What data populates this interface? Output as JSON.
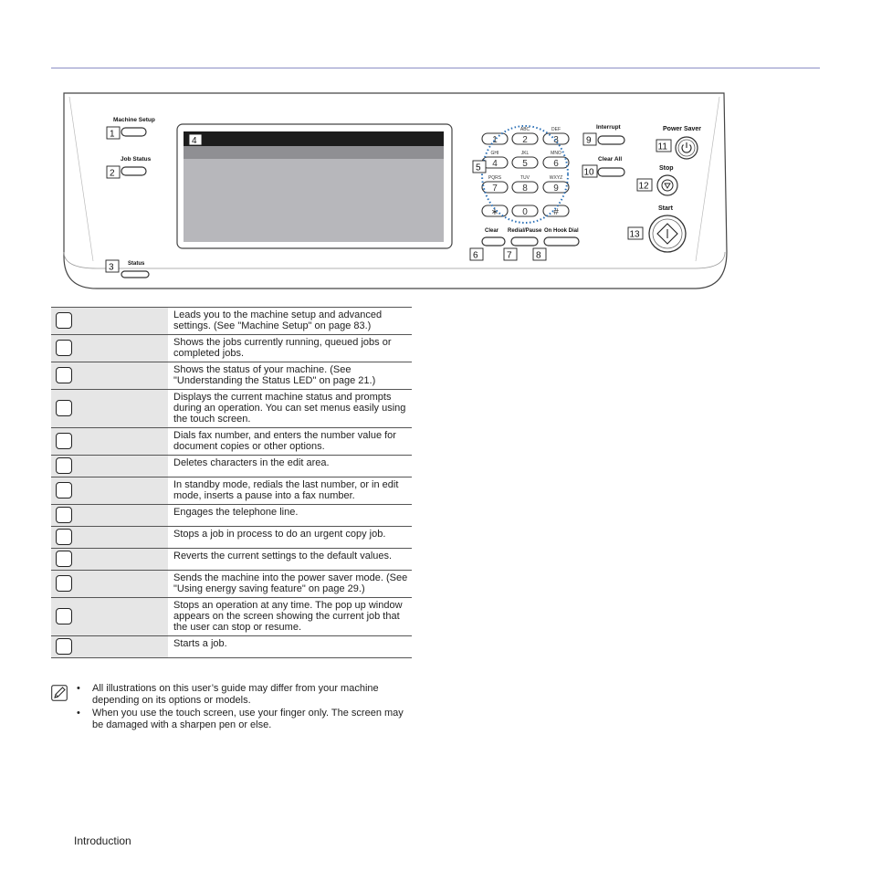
{
  "panel": {
    "machine_setup": "Machine Setup",
    "job_status": "Job Status",
    "status": "Status",
    "interrupt": "Interrupt",
    "clear_all": "Clear All",
    "power_saver": "Power Saver",
    "stop": "Stop",
    "start": "Start",
    "clear": "Clear",
    "redial_pause": "Redial/Pause",
    "on_hook_dial": "On Hook Dial",
    "keys": [
      {
        "digit": "1",
        "letters": ""
      },
      {
        "digit": "2",
        "letters": "ABC"
      },
      {
        "digit": "3",
        "letters": "DEF"
      },
      {
        "digit": "4",
        "letters": "GHI"
      },
      {
        "digit": "5",
        "letters": "JKL"
      },
      {
        "digit": "6",
        "letters": "MNO"
      },
      {
        "digit": "7",
        "letters": "PQRS"
      },
      {
        "digit": "8",
        "letters": "TUV"
      },
      {
        "digit": "9",
        "letters": "WXYZ"
      },
      {
        "digit": "∗",
        "letters": ""
      },
      {
        "digit": "0",
        "letters": ""
      },
      {
        "digit": "#",
        "letters": ""
      }
    ],
    "callouts": [
      "1",
      "2",
      "3",
      "4",
      "5",
      "6",
      "7",
      "8",
      "9",
      "10",
      "11",
      "12",
      "13"
    ]
  },
  "rows": [
    {
      "text": "Leads you to the machine setup and advanced settings. (See \"Machine Setup\" on page 83.)"
    },
    {
      "text": "Shows the jobs currently running, queued jobs or completed jobs."
    },
    {
      "text": "Shows the status of your machine. (See \"Understanding the Status LED\" on page 21.)"
    },
    {
      "text": "Displays the current machine status and prompts during an operation. You can set menus easily using the touch screen."
    },
    {
      "text": "Dials fax number, and enters the number value for document copies or other options."
    },
    {
      "text": "Deletes characters in the edit area."
    },
    {
      "text": "In standby mode, redials the last number, or in edit mode, inserts a pause into a fax number."
    },
    {
      "text": "Engages the telephone line."
    },
    {
      "text": "Stops a job in process to do an urgent copy job."
    },
    {
      "text": "Reverts the current settings to the default values."
    },
    {
      "text": "Sends the machine into the power saver mode. (See \"Using energy saving feature\" on page 29.)"
    },
    {
      "text": "Stops an operation at any time. The pop up window appears on the screen showing the current job that the user can stop or resume."
    },
    {
      "text": "Starts a job."
    }
  ],
  "notes": [
    "All illustrations on this user’s guide may differ from your machine depending on its options or models.",
    "When you use the touch screen, use your finger only. The screen may be damaged with a sharpen pen or else."
  ],
  "footer": "Introduction",
  "colors": {
    "rule": "#8c8fc6",
    "screen_bar": "#1c1c1c",
    "screen_body": "#b7b7bb",
    "keycell": "#e6e6e6",
    "dotted": "#2a6fb5"
  }
}
